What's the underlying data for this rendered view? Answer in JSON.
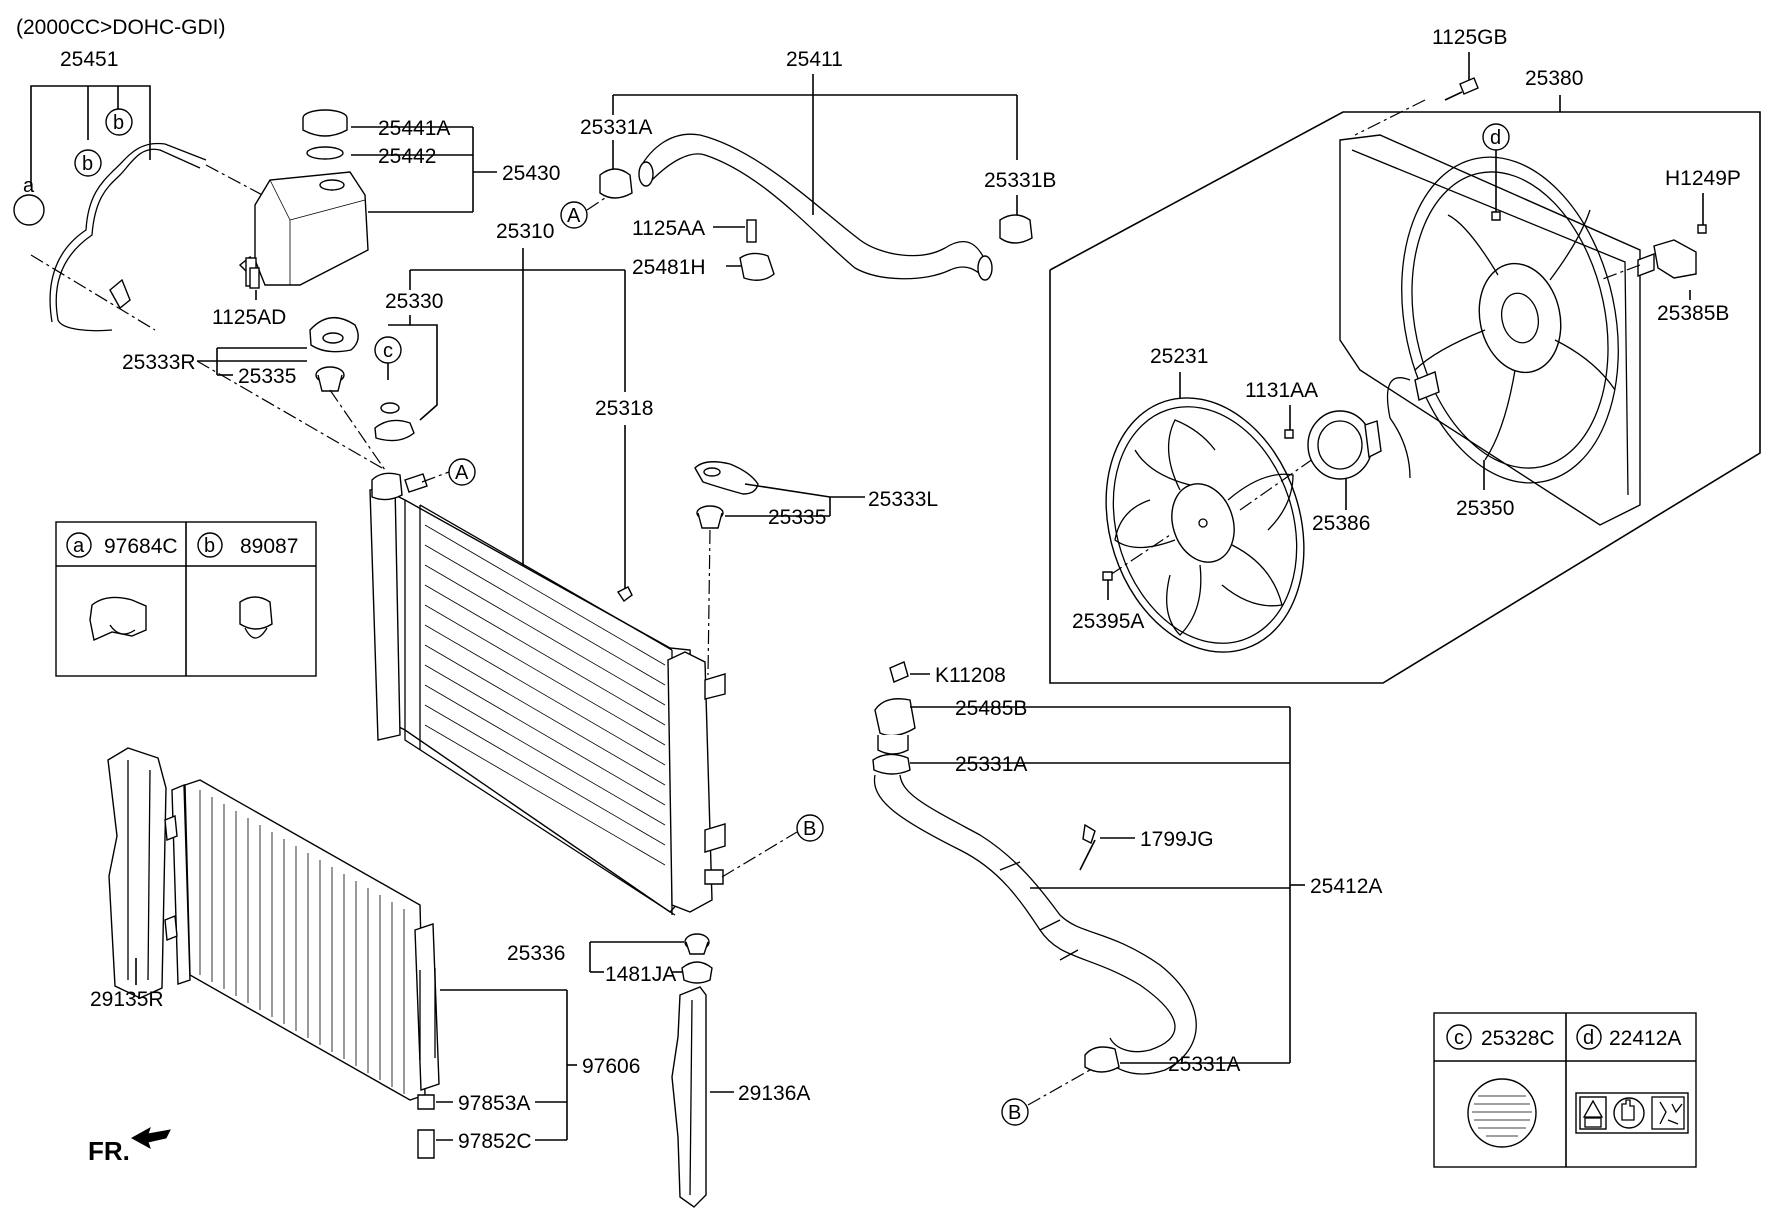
{
  "header": {
    "engine_note": "(2000CC>DOHC-GDI)"
  },
  "callouts": {
    "a": "a",
    "b": "b",
    "c": "c",
    "d": "d",
    "A": "A",
    "B": "B"
  },
  "parts": {
    "p25451": "25451",
    "p25441A": "25441A",
    "p25442": "25442",
    "p25430": "25430",
    "p1125AD": "1125AD",
    "p25333R": "25333R",
    "p25335_left": "25335",
    "p25330": "25330",
    "p25310": "25310",
    "p25318": "25318",
    "p25411": "25411",
    "p25331A_top": "25331A",
    "p25331B": "25331B",
    "p1125AA": "1125AA",
    "p25481H": "25481H",
    "p25335_right": "25335",
    "p25333L": "25333L",
    "p1125GB": "1125GB",
    "p25380": "25380",
    "pH1249P": "H1249P",
    "p25385B": "25385B",
    "p25231": "25231",
    "p1131AA": "1131AA",
    "p25386": "25386",
    "p25350": "25350",
    "p25395A": "25395A",
    "pK11208": "K11208",
    "p25485B": "25485B",
    "p25331A_mid": "25331A",
    "p1799JG": "1799JG",
    "p25412A": "25412A",
    "p25331A_bot": "25331A",
    "p25336": "25336",
    "p1481JA": "1481JA",
    "p29135R": "29135R",
    "p97606": "97606",
    "p97853A": "97853A",
    "p97852C": "97852C",
    "p29136A": "29136A"
  },
  "legend_ab": {
    "a_part": "97684C",
    "b_part": "89087"
  },
  "legend_cd": {
    "c_part": "25328C",
    "d_part": "22412A"
  },
  "front_marker": "FR."
}
